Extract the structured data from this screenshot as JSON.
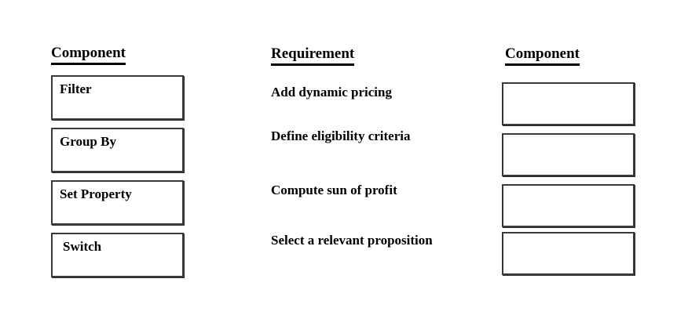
{
  "page": {
    "background_color": "#ffffff",
    "text_color": "#000000",
    "box_border_color": "#3a3a3a"
  },
  "columns": {
    "left": {
      "header": "Component",
      "items": [
        {
          "label": "Filter"
        },
        {
          "label": "Group By"
        },
        {
          "label": "Set Property"
        },
        {
          "label": "Switch"
        }
      ]
    },
    "middle": {
      "header": "Requirement",
      "items": [
        {
          "label": "Add dynamic pricing"
        },
        {
          "label": "Define eligibility criteria"
        },
        {
          "label": "Compute sun of profit"
        },
        {
          "label": "Select a relevant proposition"
        }
      ]
    },
    "right": {
      "header": "Component",
      "items": [
        {
          "label": ""
        },
        {
          "label": ""
        },
        {
          "label": ""
        },
        {
          "label": ""
        }
      ]
    }
  }
}
